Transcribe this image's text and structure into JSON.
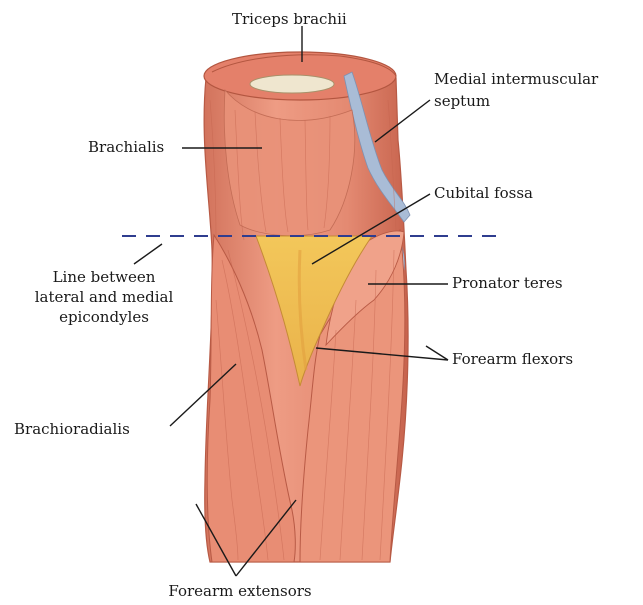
{
  "diagram": {
    "labels": {
      "triceps": "Triceps brachii",
      "medial_septum_line1": "Medial intermuscular",
      "medial_septum_line2": "septum",
      "brachialis": "Brachialis",
      "cubital_fossa": "Cubital fossa",
      "epicondyle_line1": "Line between",
      "epicondyle_line2": "lateral and medial",
      "epicondyle_line3": "epicondyles",
      "pronator_teres": "Pronator teres",
      "forearm_flexors": "Forearm flexors",
      "brachioradialis": "Brachioradialis",
      "forearm_extensors": "Forearm extensors"
    },
    "colors": {
      "muscle": "#e58a72",
      "muscle_dark": "#c9664f",
      "muscle_light": "#f0a890",
      "fossa_fill": "#f2c95a",
      "septum": "#a9bcd6",
      "bone": "#efe6cf",
      "dashed_line": "#2f3d8f",
      "leader": "#1a1a1a"
    }
  }
}
